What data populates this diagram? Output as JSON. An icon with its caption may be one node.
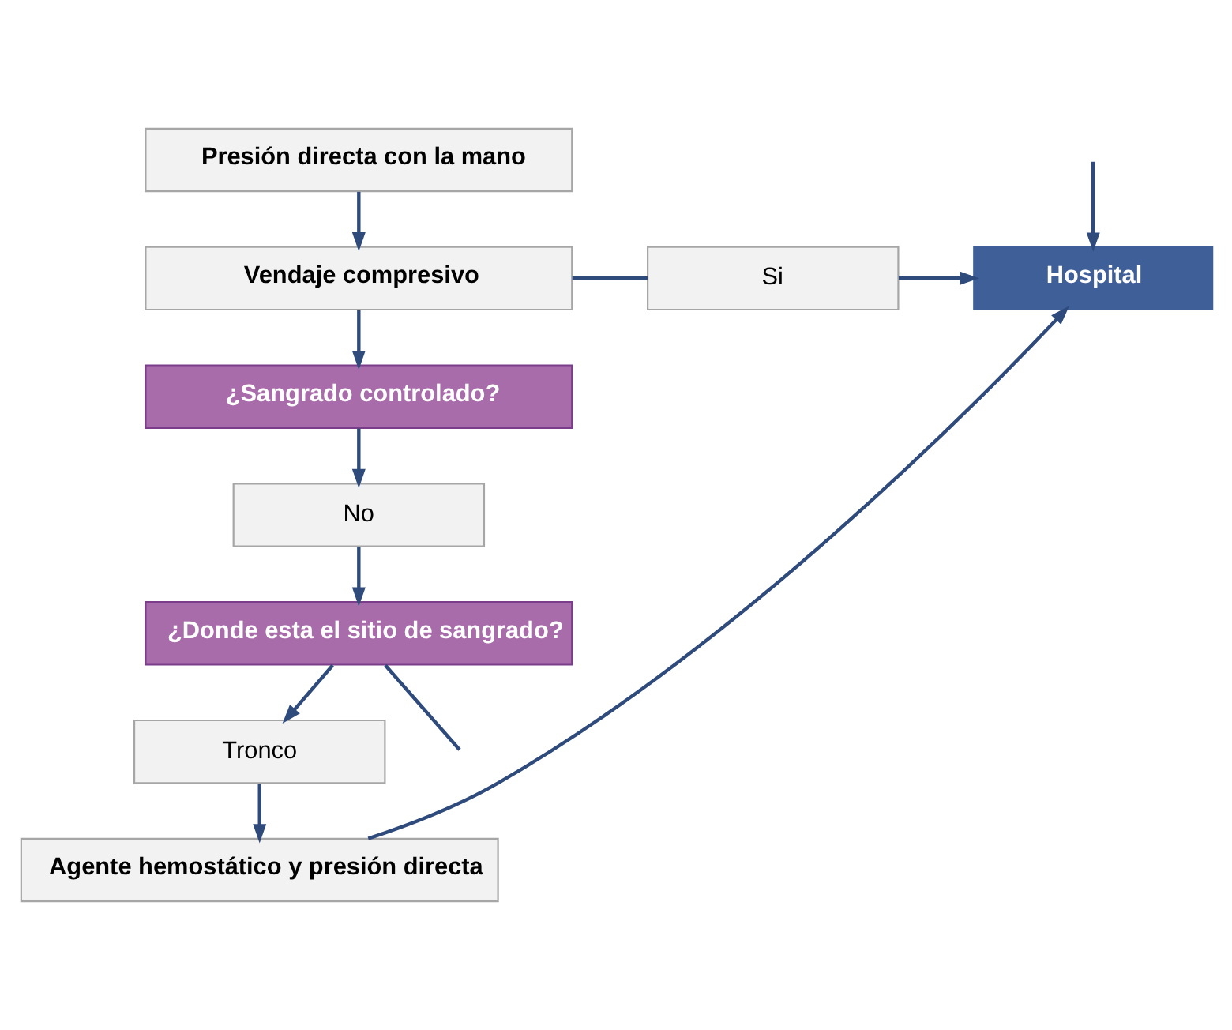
{
  "diagram": {
    "nodes": [
      {
        "text": [
          "Presión directa con la mano"
        ]
      },
      {
        "text": [
          "Vendaje compresivo"
        ]
      },
      {
        "text": [
          "Si"
        ]
      },
      {
        "text": [
          "Hospital"
        ]
      },
      {
        "text": [
          "¿Sangrado controlado?"
        ]
      },
      {
        "text": [
          "No"
        ]
      },
      {
        "text": [
          "¿Donde esta el sitio de sangrado?"
        ]
      },
      {
        "text": [
          "Tronco"
        ]
      },
      {
        "text": [
          "Agente hemostático y presión directa"
        ]
      }
    ],
    "edges": [
      {
        "from": 0,
        "to": 1,
        "arrow": "to"
      },
      {
        "from": 1,
        "to": 2,
        "arrow": "none"
      },
      {
        "from": 2,
        "to": 3,
        "arrow": "to"
      },
      {
        "from": 1,
        "to": 4,
        "arrow": "to"
      },
      {
        "from": 4,
        "to": 5,
        "arrow": "to"
      },
      {
        "from": 5,
        "to": 6,
        "arrow": "to"
      },
      {
        "from": 6,
        "to": null,
        "arrow": "none"
      },
      {
        "from": 6,
        "to": 7,
        "arrow": "to"
      },
      {
        "from": 7,
        "to": 8,
        "arrow": "to"
      },
      {
        "from": 8,
        "to": 3,
        "arrow": "to"
      },
      {
        "from": null,
        "to": 3,
        "arrow": "to"
      }
    ]
  }
}
